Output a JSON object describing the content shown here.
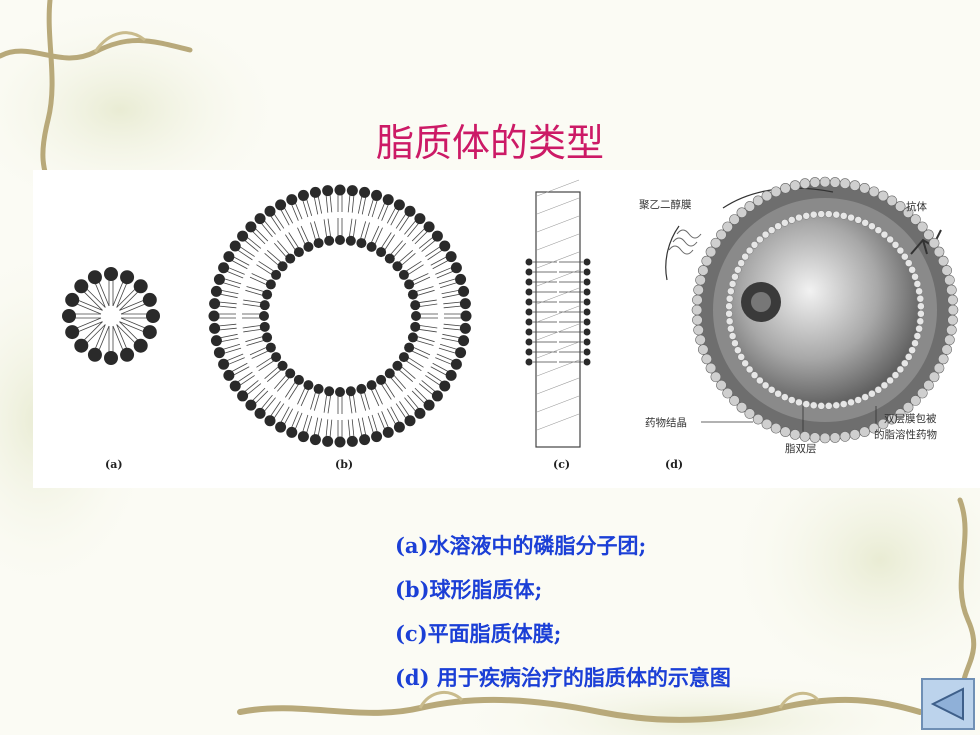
{
  "slide": {
    "title": "脂质体的类型"
  },
  "figure": {
    "panel_labels": [
      "(a)",
      "(b)",
      "(c)",
      "(d)"
    ],
    "annotations": {
      "peg": "聚乙二醇膜",
      "antibody": "抗体",
      "drug_crystal": "药物结晶",
      "lipid_bilayer": "脂双层",
      "encapsulated_line1": "双层膜包被",
      "encapsulated_line2": "的脂溶性药物"
    }
  },
  "captions": [
    "(a)水溶液中的磷脂分子团;",
    "(b)球形脂质体;",
    "(c)平面脂质体膜;",
    "(d) 用于疾病治疗的脂质体的示意图"
  ],
  "nav": {
    "back_icon": "triangle-left-icon"
  },
  "colors": {
    "title": "#cc1a66",
    "caption": "#1b3fd6"
  }
}
